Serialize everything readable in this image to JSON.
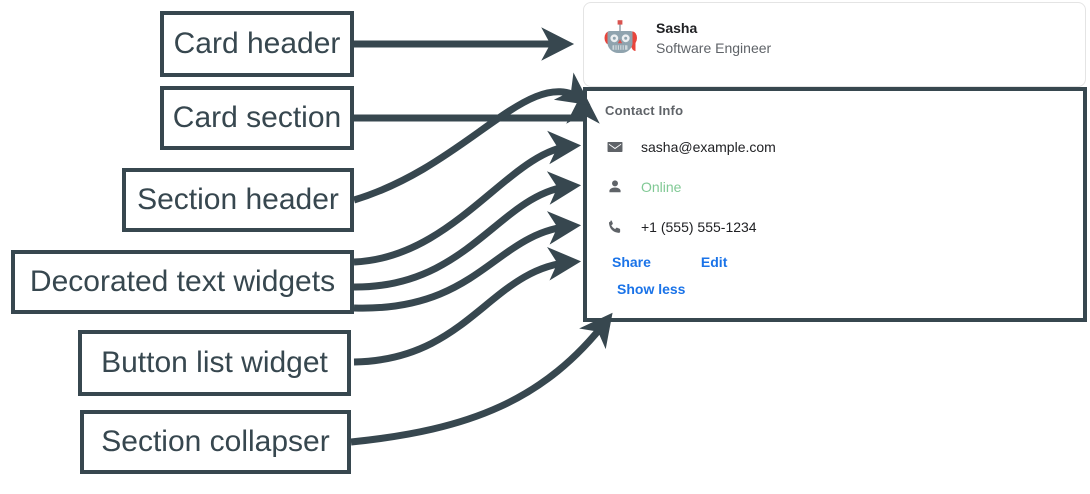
{
  "colors": {
    "annotation": "#37474f",
    "link": "#1a73e8",
    "online": "#81c995",
    "muted": "#5f6368",
    "text": "#202124",
    "card_border": "#e4e4e4"
  },
  "callouts": [
    {
      "id": "card-header",
      "label": "Card header"
    },
    {
      "id": "card-section",
      "label": "Card section"
    },
    {
      "id": "section-header",
      "label": "Section header"
    },
    {
      "id": "decorated-text-widgets",
      "label": "Decorated text widgets"
    },
    {
      "id": "button-list-widget",
      "label": "Button list widget"
    },
    {
      "id": "section-collapser",
      "label": "Section collapser"
    }
  ],
  "card": {
    "header": {
      "avatar_icon": "robot-avatar-icon",
      "title": "Sasha",
      "subtitle": "Software Engineer"
    },
    "section": {
      "header": "Contact Info",
      "rows": [
        {
          "icon": "email-icon",
          "text": "sasha@example.com",
          "style": "default"
        },
        {
          "icon": "person-icon",
          "text": "Online",
          "style": "online"
        },
        {
          "icon": "phone-icon",
          "text": "+1 (555) 555-1234",
          "style": "default"
        }
      ],
      "buttons": [
        {
          "label": "Share"
        },
        {
          "label": "Edit"
        }
      ],
      "collapser": {
        "label": "Show less"
      }
    }
  }
}
